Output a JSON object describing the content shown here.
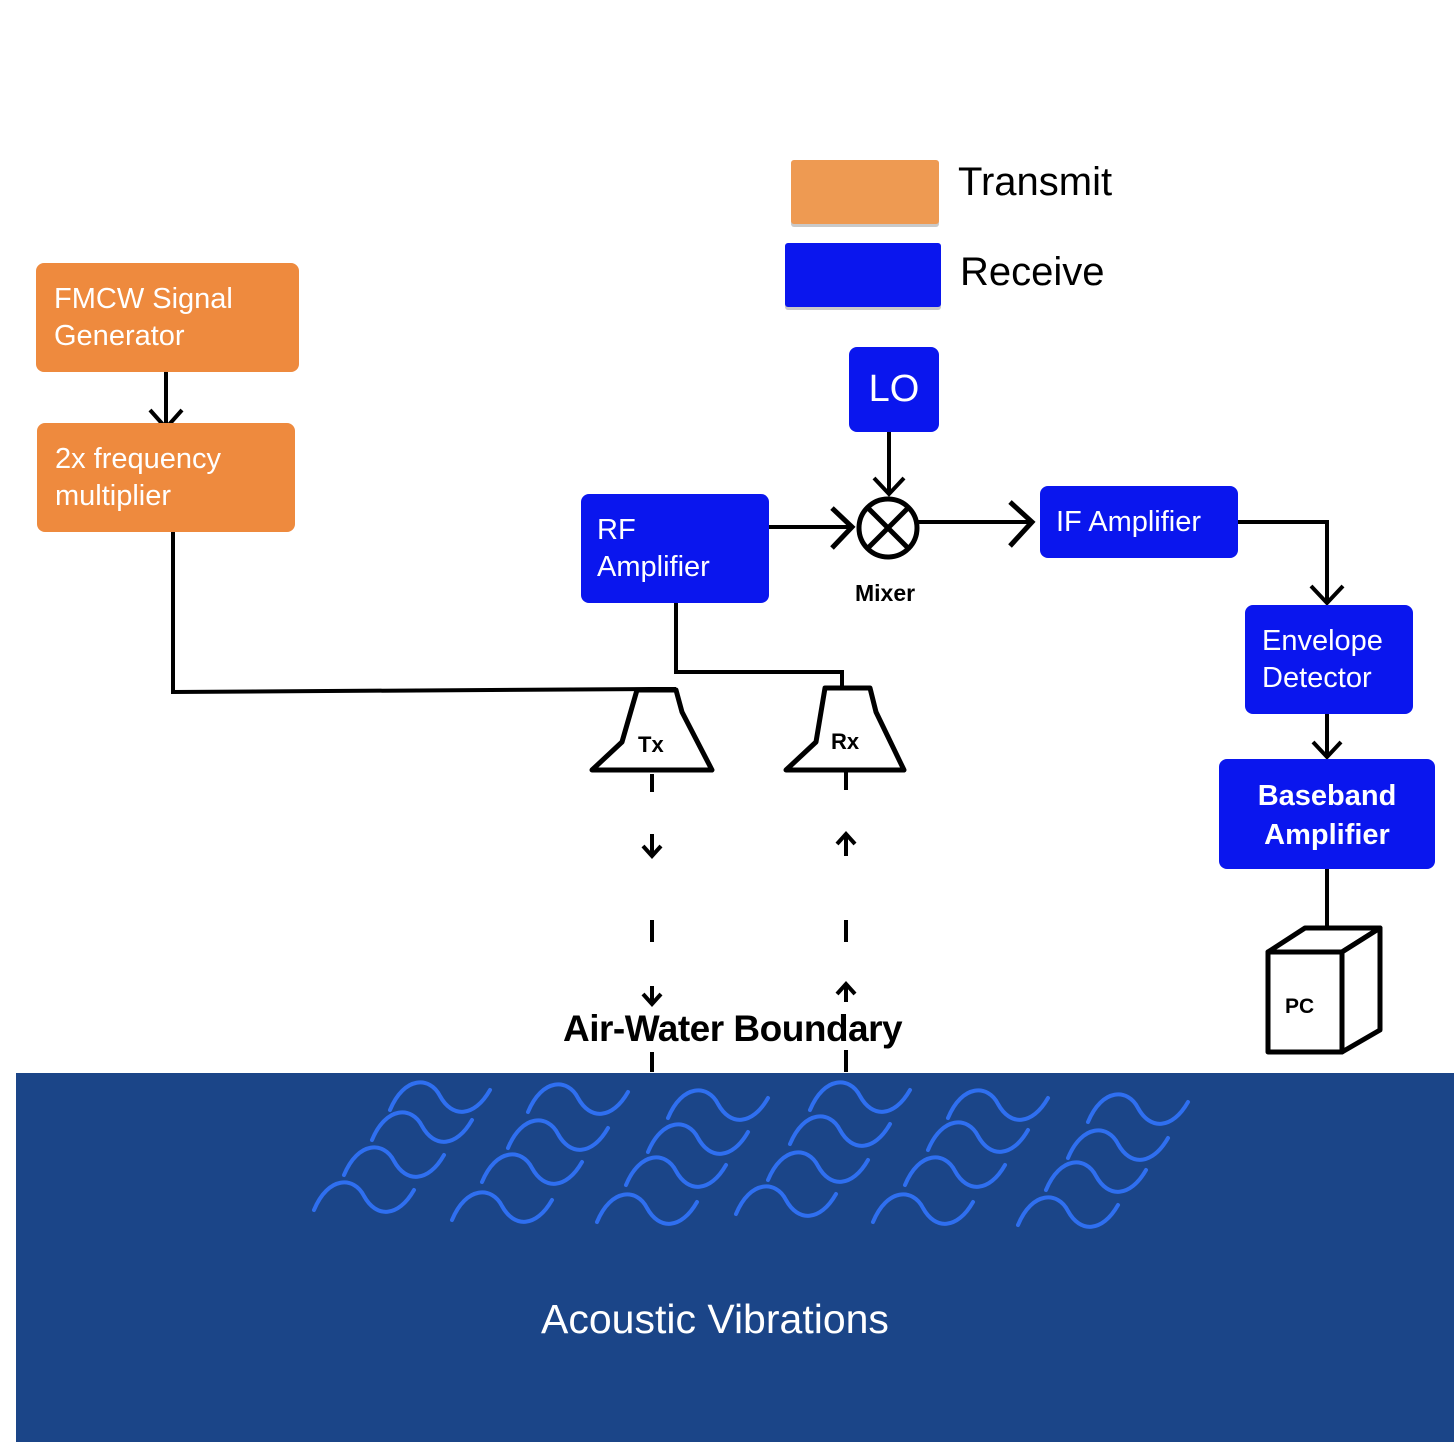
{
  "legend": {
    "transmit_label": "Transmit",
    "receive_label": "Receive",
    "transmit_color": "#ee9a52",
    "receive_color": "#0a16ee"
  },
  "blocks": {
    "fmcw": "FMCW Signal\nGenerator",
    "multiplier": "2x frequency\nmultiplier",
    "lo": "LO",
    "rf_amp": "RF\nAmplifier",
    "if_amp": "IF Amplifier",
    "envelope": "Envelope\nDetector",
    "baseband": "Baseband\nAmplifier"
  },
  "mixer_label": "Mixer",
  "antennas": {
    "tx": "Tx",
    "rx": "Rx"
  },
  "pc_label": "PC",
  "boundary_label": "Air-Water Boundary",
  "water": {
    "label": "Acoustic Vibrations",
    "color": "#1b4588",
    "wave_color": "#2f6ff0"
  }
}
